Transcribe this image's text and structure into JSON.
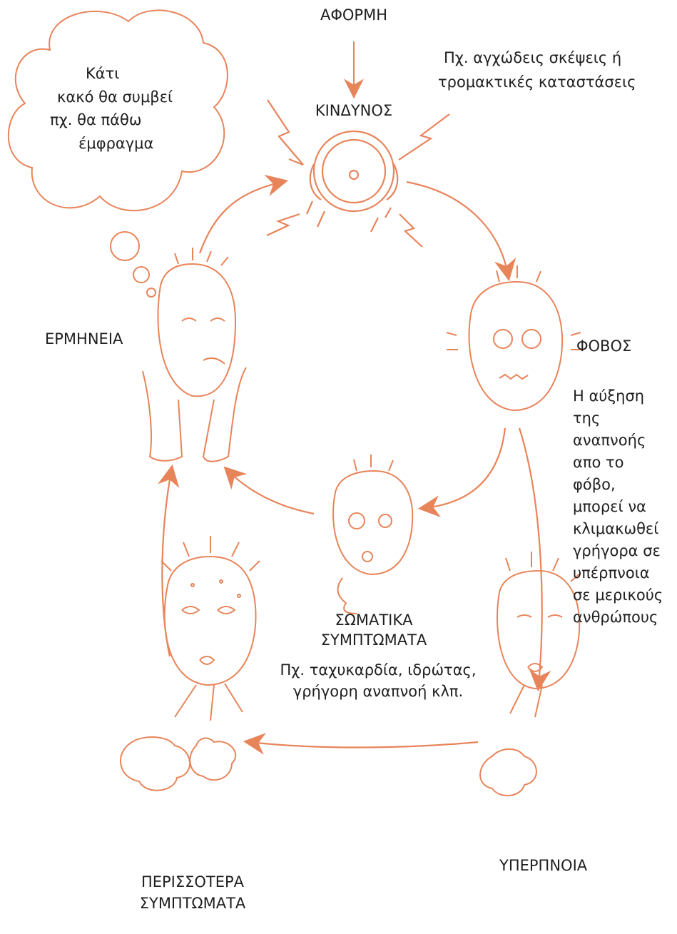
{
  "labels": {
    "trigger": "ΑΦΟΡΜΗ",
    "trigger_note_1": "Πχ. αγχώδεις σκέψεις ή",
    "trigger_note_2": "τρομακτικές καταστάσεις",
    "danger": "ΚΙΝΔΥΝΟΣ",
    "fear": "ΦΟΒΟΣ",
    "interpretation": "ΕΡΜΗΝΕΙΑ",
    "body_symptoms_1": "ΣΩΜΑΤΙΚΑ",
    "body_symptoms_2": "ΣΥΜΠΤΩΜΑΤΑ",
    "body_note_1": "Πχ. ταχυκαρδία, ιδρώτας,",
    "body_note_2": "γρήγορη αναπνοή κλπ.",
    "hyperventilation": "ΥΠΕΡΠΝΟΙΑ",
    "more_symptoms_1": "ΠΕΡΙΣΣΟΤΕΡΑ",
    "more_symptoms_2": "ΣΥΜΠΤΩΜΑΤΑ"
  },
  "thought_bubble": [
    "Κάτι",
    "κακό θα συμβεί",
    "πχ. θα πάθω",
    "έμφραγμα"
  ],
  "fear_note": [
    "Η αύξηση",
    "της",
    "αναπνοής",
    "απο το",
    "φόβο,",
    "μπορεί να",
    "κλιμακωθεί",
    "γρήγορα σε",
    "υπέρπνοια",
    "σε μερικούς",
    "ανθρώπους"
  ],
  "colors": {
    "stroke": "#e8845a",
    "text": "#1f1f1f"
  }
}
